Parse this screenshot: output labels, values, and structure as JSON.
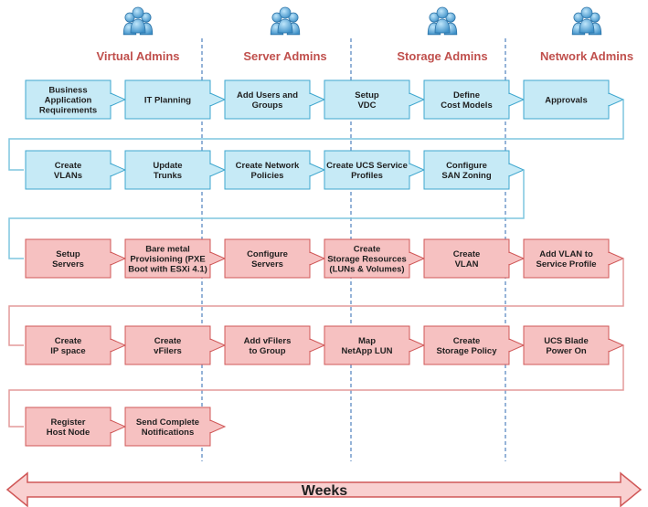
{
  "admins": [
    {
      "label": "Virtual Admins",
      "icon": "admin-group-icon"
    },
    {
      "label": "Server Admins",
      "icon": "admin-group-icon"
    },
    {
      "label": "Storage Admins",
      "icon": "admin-group-icon"
    },
    {
      "label": "Network Admins",
      "icon": "admin-group-icon"
    }
  ],
  "colors": {
    "blue_fill": "#c6eaf6",
    "blue_stroke": "#3fa7cf",
    "red_fill": "#f6c1c1",
    "red_stroke": "#d05858",
    "admin_label": "#c0504d",
    "divider": "#4f81bd",
    "connector_blue": "#7fc6df",
    "connector_red": "#e39a9a",
    "weeks_fill": "#f9d0d0",
    "weeks_stroke": "#d05858"
  },
  "rows": [
    {
      "color": "blue",
      "steps": [
        [
          "Business",
          "Application",
          "Requirements"
        ],
        [
          "IT Planning"
        ],
        [
          "Add Users and",
          "Groups"
        ],
        [
          "Setup",
          "VDC"
        ],
        [
          "Define",
          "Cost Models"
        ],
        [
          "Approvals"
        ]
      ]
    },
    {
      "color": "blue",
      "steps": [
        [
          "Create",
          "VLANs"
        ],
        [
          "Update",
          "Trunks"
        ],
        [
          "Create Network",
          "Policies"
        ],
        [
          "Create UCS Service",
          "Profiles"
        ],
        [
          "Configure",
          "SAN Zoning"
        ]
      ]
    },
    {
      "color": "red",
      "steps": [
        [
          "Setup",
          "Servers"
        ],
        [
          "Bare metal",
          "Provisioning (PXE",
          "Boot with ESXi 4.1)"
        ],
        [
          "Configure",
          "Servers"
        ],
        [
          "Create",
          "Storage Resources",
          "(LUNs & Volumes)"
        ],
        [
          "Create",
          "VLAN"
        ],
        [
          "Add VLAN to",
          "Service Profile"
        ]
      ]
    },
    {
      "color": "red",
      "steps": [
        [
          "Create",
          "IP space"
        ],
        [
          "Create",
          "vFilers"
        ],
        [
          "Add vFilers",
          "to Group"
        ],
        [
          "Map",
          "NetApp LUN"
        ],
        [
          "Create",
          "Storage Policy"
        ],
        [
          "UCS Blade",
          "Power On"
        ]
      ]
    },
    {
      "color": "red",
      "steps": [
        [
          "Register",
          "Host Node"
        ],
        [
          "Send Complete",
          "Notifications"
        ]
      ]
    }
  ],
  "timeline": {
    "label": "Weeks"
  }
}
